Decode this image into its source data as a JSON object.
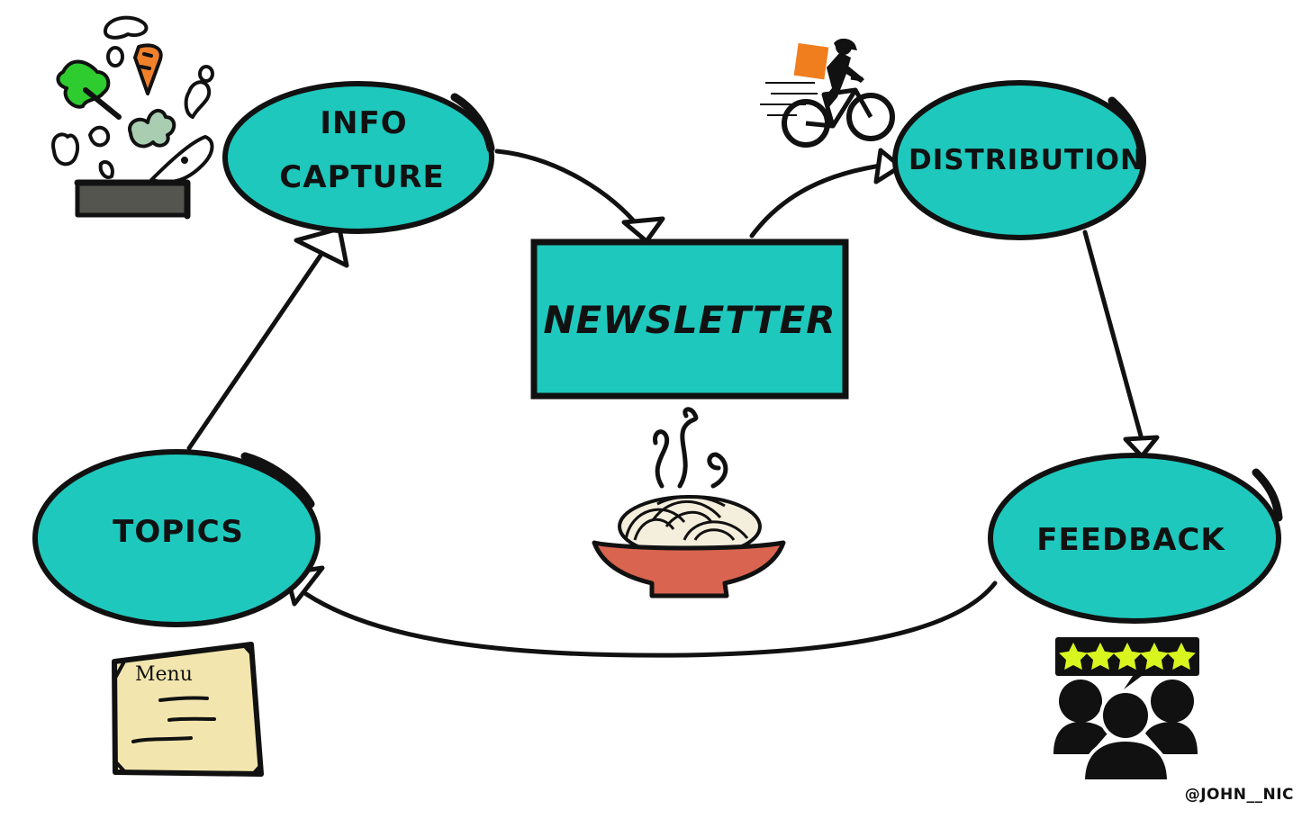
{
  "diagram": {
    "center": {
      "label": "NEWSLETTER"
    },
    "nodes": {
      "info_capture": {
        "line1": "INFO",
        "line2": "CAPTURE"
      },
      "distribution": {
        "label": "DISTRIBUTION"
      },
      "feedback": {
        "label": "FEEDBACK"
      },
      "topics": {
        "label": "TOPICS"
      }
    },
    "menu_card": {
      "title": "Menu"
    },
    "rating": {
      "stars": 5
    },
    "credit": "@JOHN__NIC"
  },
  "colors": {
    "node_fill": "#1FC8BD",
    "outline": "#111111",
    "bowl": "#D9644F",
    "menu_paper": "#F2E6AE",
    "star": "#D8F520",
    "bag": "#F07E1E",
    "greens": "#2ECC2E",
    "carrot": "#F0802A",
    "mushroom": "#A8CDB0",
    "tray": "#55554F"
  },
  "icons": [
    "vegetables-icon",
    "delivery-bike-icon",
    "noodle-bowl-icon",
    "menu-card-icon",
    "five-star-rating-icon",
    "people-group-icon"
  ]
}
